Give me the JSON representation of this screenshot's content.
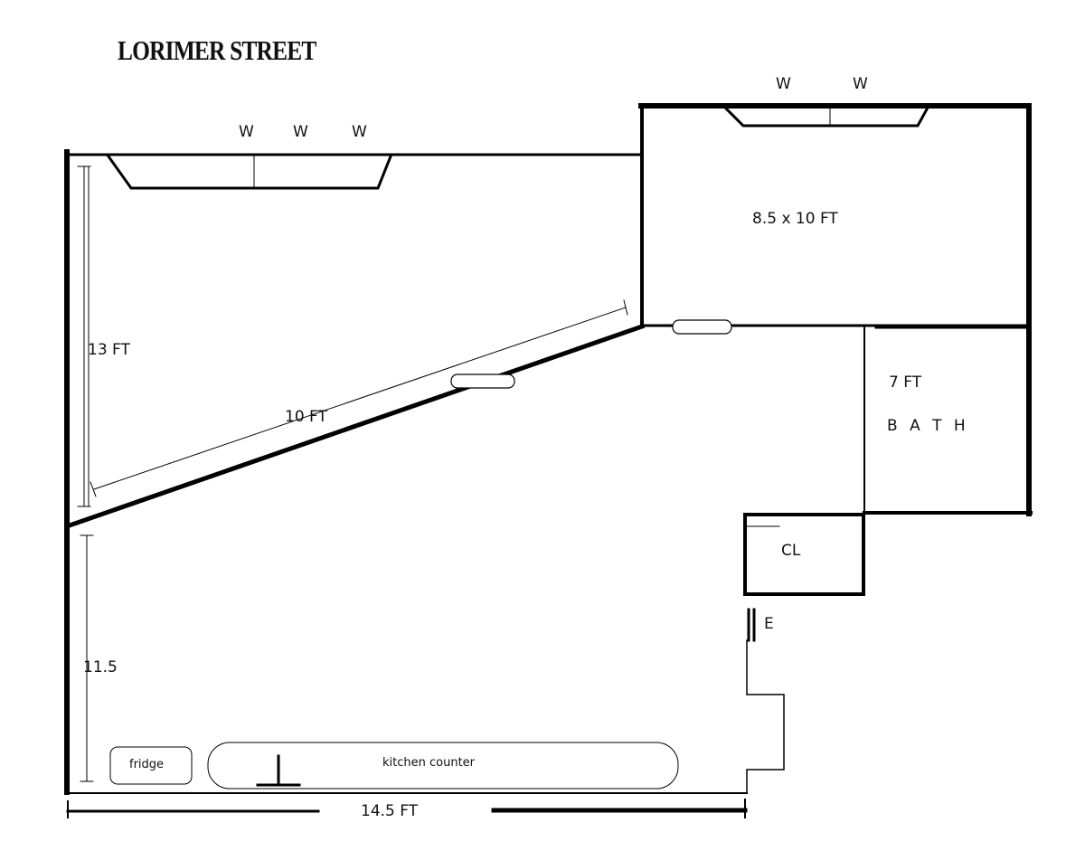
{
  "title": "LORIMER STREET",
  "windows": {
    "main_room": [
      "W",
      "W",
      "W"
    ],
    "bedroom": [
      "W",
      "W"
    ]
  },
  "rooms": {
    "bedroom_size": "8.5 x 10 FT",
    "bath_size": "7 FT",
    "bath_name": "B A T H",
    "closet": "CL",
    "entrance": "E"
  },
  "dimensions": {
    "left_upper": "13 FT",
    "diagonal": "10 FT",
    "left_lower": "11.5",
    "bottom": "14.5 FT"
  },
  "fixtures": {
    "fridge": "fridge",
    "counter": "kitchen counter"
  }
}
